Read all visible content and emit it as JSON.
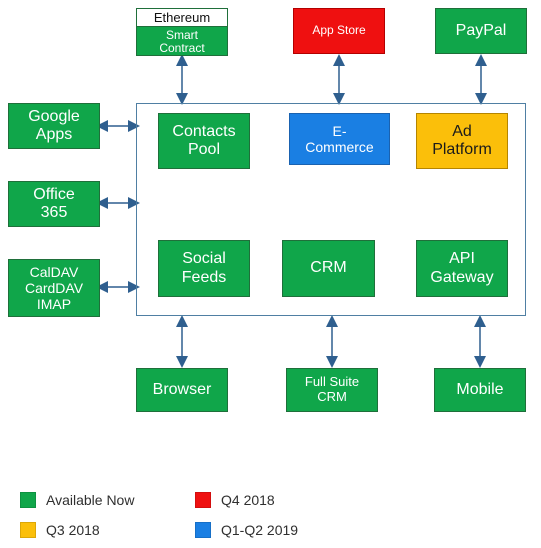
{
  "diagram": {
    "nodes": {
      "ethereum_title": "Ethereum",
      "ethereum_subtitle": "Smart\nContract",
      "app_store": "App Store",
      "paypal": "PayPal",
      "google_apps": "Google\nApps",
      "office365": "Office\n365",
      "caldav": "CalDAV\nCardDAV\nIMAP",
      "contacts_pool": "Contacts\nPool",
      "ecommerce": "E-\nCommerce",
      "ad_platform": "Ad\nPlatform",
      "social_feeds": "Social\nFeeds",
      "crm": "CRM",
      "api_gateway": "API\nGateway",
      "browser": "Browser",
      "full_suite_crm": "Full Suite\nCRM",
      "mobile": "Mobile"
    }
  },
  "legend": [
    {
      "label": "Available Now",
      "color": "#10a64a"
    },
    {
      "label": "Q4 2018",
      "color": "#ef1010"
    },
    {
      "label": "Q3  2018",
      "color": "#fbbf0a"
    },
    {
      "label": "Q1-Q2 2019",
      "color": "#1a7fe3"
    }
  ],
  "colors": {
    "connector": "#2f5f8f",
    "frame": "#4f7fa3"
  }
}
